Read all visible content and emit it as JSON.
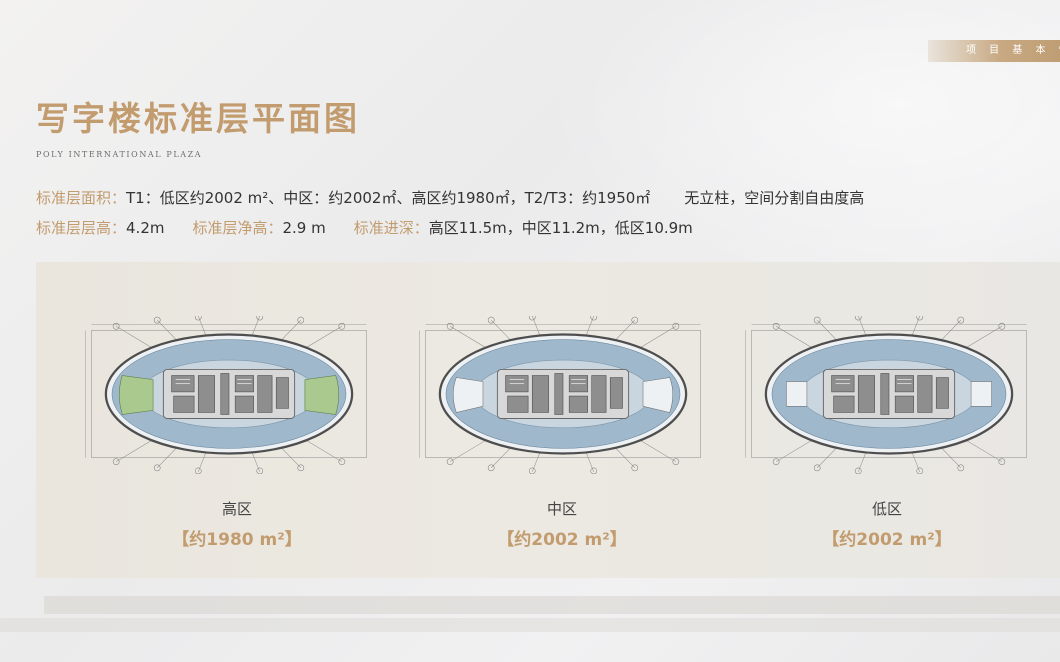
{
  "header_tag": "项 目 基 本 情",
  "title": "写字楼标准层平面图",
  "subtitle": "POLY INTERNATIONAL PLAZA",
  "specs": {
    "area_label": "标准层面积：",
    "area_value": "T1：低区约2002 m²、中区：约2002㎡、高区约1980㎡，T2/T3：约1950㎡",
    "no_column": "无立柱，空间分割自由度高",
    "height_label": "标准层层高：",
    "height_value": "4.2m",
    "clear_label": "标准层净高：",
    "clear_value": "2.9 m",
    "depth_label": "标准进深：",
    "depth_value": "高区11.5m，中区11.2m，低区10.9m"
  },
  "zones": [
    {
      "name": "高区",
      "area": "【约1980 m²】"
    },
    {
      "name": "中区",
      "area": "【约2002 m²】"
    },
    {
      "name": "低区",
      "area": "【约2002 m²】"
    }
  ],
  "colors": {
    "accent": "#c29c6e",
    "floor_blue": "#9fb8cc",
    "core_gray": "#8e8e8e",
    "green": "#a9c98e"
  }
}
